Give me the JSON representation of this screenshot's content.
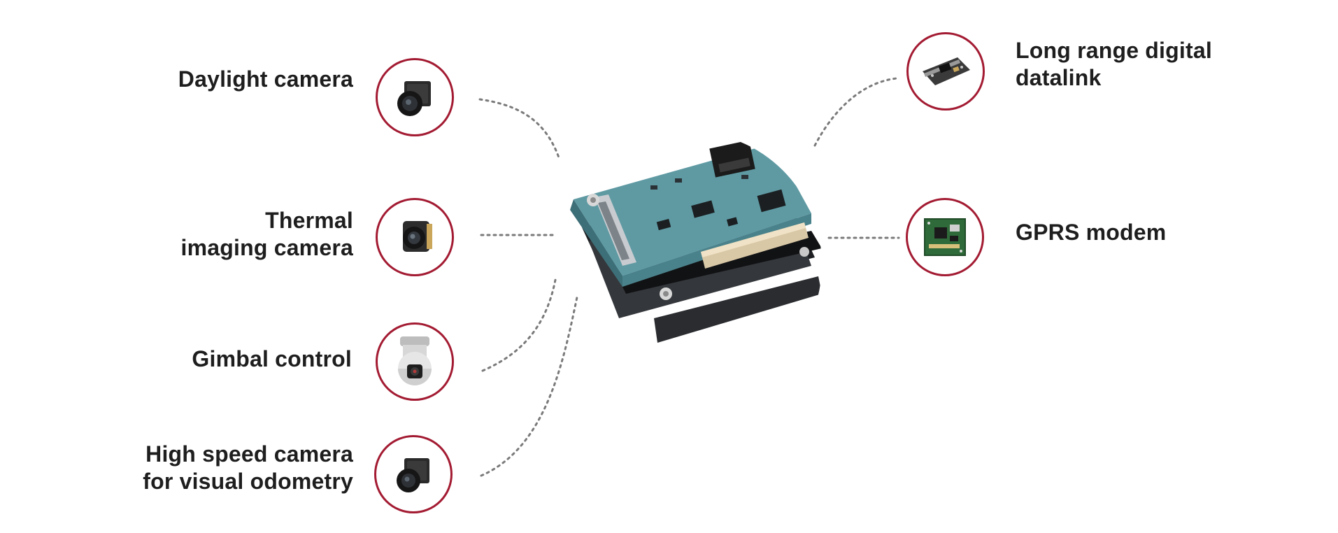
{
  "peripherals_left": [
    {
      "id": "daylight",
      "label": "Daylight camera",
      "icon": "daylight-camera-icon"
    },
    {
      "id": "thermal",
      "label": "Thermal\nimaging camera",
      "icon": "thermal-camera-icon"
    },
    {
      "id": "gimbal",
      "label": "Gimbal control",
      "icon": "gimbal-camera-icon"
    },
    {
      "id": "highspeed",
      "label": "High speed camera\nfor visual odometry",
      "icon": "high-speed-camera-icon"
    }
  ],
  "peripherals_right": [
    {
      "id": "datalink",
      "label": "Long range digital\ndatalink",
      "icon": "datalink-module-icon"
    },
    {
      "id": "gprs",
      "label": "GPRS modem",
      "icon": "gprs-modem-board-icon"
    }
  ],
  "center": {
    "icon": "autopilot-circuit-board-icon"
  },
  "colors": {
    "ring": "#a31b32",
    "text": "#1e1e1e",
    "connector": "#7a7a7a",
    "pcb": "#5f9aa3"
  }
}
